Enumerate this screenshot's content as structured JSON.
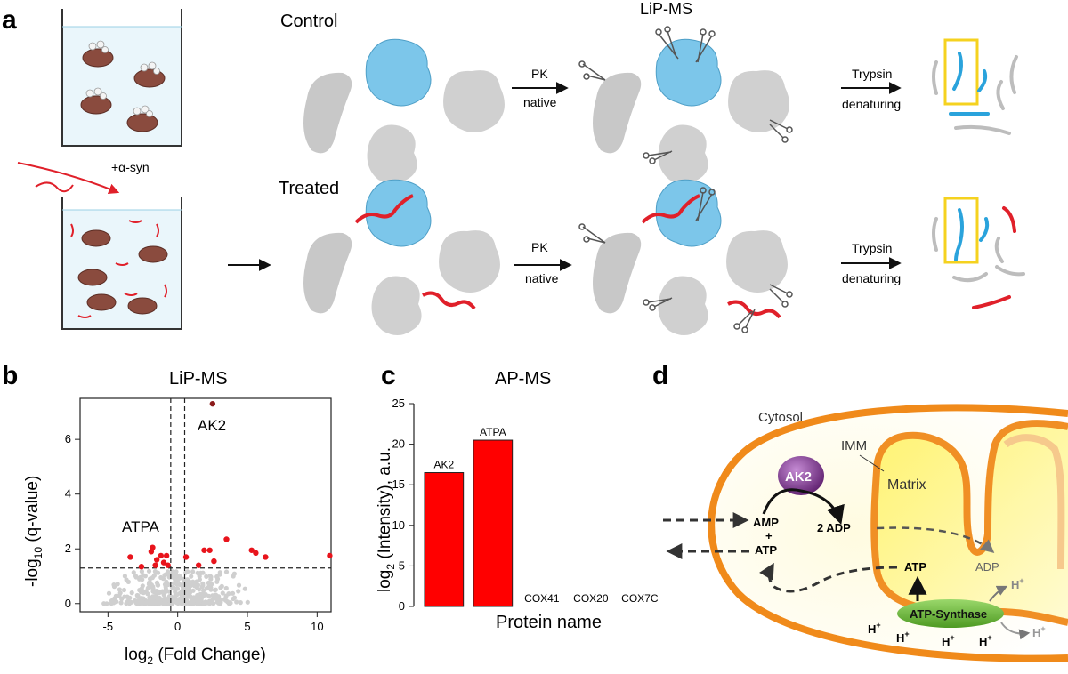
{
  "panel_labels": {
    "a": "a",
    "b": "b",
    "c": "c",
    "d": "d"
  },
  "panel_a": {
    "control_label": "Control",
    "treated_label": "Treated",
    "treatment_label": "+α-syn",
    "lipms_title": "LiP-MS",
    "pk_label": "PK",
    "native_label": "native",
    "trypsin_label": "Trypsin",
    "denaturing_label": "denaturing"
  },
  "panel_b": {
    "title": "LiP-MS",
    "ylabel_pre": "-log",
    "ylabel_sub": "10",
    "ylabel_post": " (q-value)",
    "xlabel_pre": "log",
    "xlabel_sub": "2",
    "xlabel_post": " (Fold Change)",
    "annotations": [
      "AK2",
      "ATPA"
    ],
    "chart_data": {
      "type": "scatter",
      "xlim": [
        -7,
        11
      ],
      "ylim": [
        -0.3,
        7.5
      ],
      "xticks": [
        -5,
        0,
        5,
        10
      ],
      "yticks": [
        0,
        2,
        4,
        6
      ],
      "threshold_y": 1.3,
      "threshold_x": [
        -0.5,
        0.5
      ],
      "significant_points": [
        {
          "x": 2.5,
          "y": 7.3
        },
        {
          "x": -3.4,
          "y": 1.7
        },
        {
          "x": -2.6,
          "y": 1.35
        },
        {
          "x": -1.9,
          "y": 1.9
        },
        {
          "x": -1.8,
          "y": 2.05
        },
        {
          "x": -1.6,
          "y": 1.4
        },
        {
          "x": -1.5,
          "y": 1.6
        },
        {
          "x": -1.2,
          "y": 1.75
        },
        {
          "x": -1.0,
          "y": 1.5
        },
        {
          "x": -0.8,
          "y": 1.75
        },
        {
          "x": -0.7,
          "y": 1.4
        },
        {
          "x": 0.6,
          "y": 1.7
        },
        {
          "x": 1.5,
          "y": 1.4
        },
        {
          "x": 1.9,
          "y": 1.95
        },
        {
          "x": 2.3,
          "y": 1.95
        },
        {
          "x": 2.6,
          "y": 1.55
        },
        {
          "x": 3.5,
          "y": 2.35
        },
        {
          "x": 5.3,
          "y": 1.95
        },
        {
          "x": 5.6,
          "y": 1.85
        },
        {
          "x": 6.3,
          "y": 1.7
        },
        {
          "x": 10.9,
          "y": 1.75
        }
      ]
    }
  },
  "panel_c": {
    "title": "AP-MS",
    "ylabel_pre": "log",
    "ylabel_sub": "2",
    "ylabel_post": " (Intensity), a.u.",
    "xlabel": "Protein name",
    "chart_data": {
      "type": "bar",
      "categories": [
        "AK2",
        "ATPA",
        "COX41",
        "COX20",
        "COX7C"
      ],
      "values": [
        16.5,
        20.5,
        0,
        0,
        0
      ],
      "ylim": [
        0,
        25
      ],
      "yticks": [
        0,
        5,
        10,
        15,
        20,
        25
      ],
      "color": "#ff0000"
    }
  },
  "panel_d": {
    "cytosol": "Cytosol",
    "imm": "IMM",
    "matrix": "Matrix",
    "ak2": "AK2",
    "amp": "AMP",
    "plus": "+",
    "atp_in": "ATP",
    "two_adp": "2 ADP",
    "atp_out": "ATP",
    "adp_out": "ADP",
    "atp_synthase": "ATP-Synthase",
    "proton": "H",
    "proton_sup": "+"
  },
  "colors": {
    "alpha_syn_red": "#e0202a",
    "protein_blue": "#7cc6ea",
    "protein_grey": "#c8c8c8",
    "highlight_yellow": "#f5d21f",
    "membrane_orange": "#f08a1a",
    "ak2_purple": "#7a2e8a",
    "synthase_green": "#6fbf3a"
  }
}
